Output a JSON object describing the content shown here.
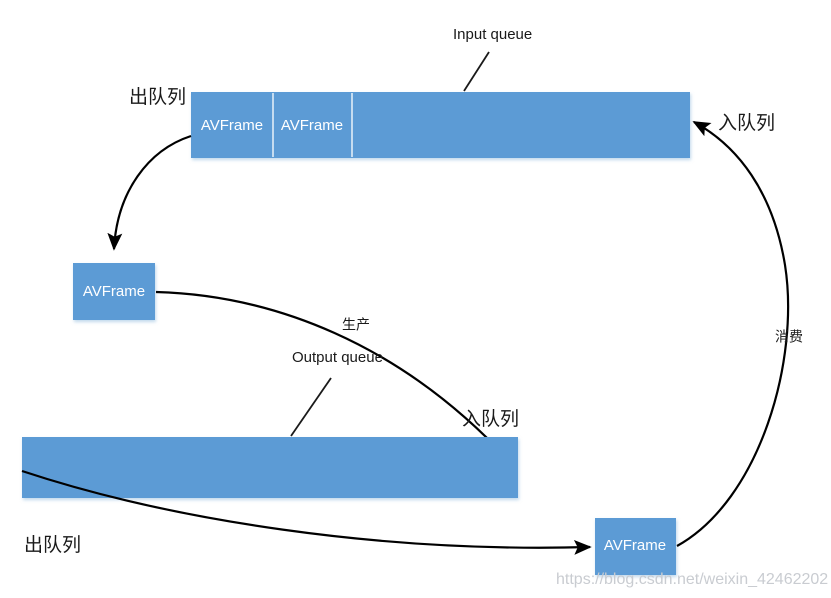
{
  "diagram": {
    "title_watermark": "https://blog.csdn.net/weixin_42462202",
    "colors": {
      "box_fill": "#5B9BD5",
      "box_divider": "#C5DCF0",
      "stroke": "#000000",
      "text_on_box": "#FFFFFF",
      "text": "#1A1A1A",
      "watermark": "#C9CCD1",
      "background": "#FFFFFF"
    },
    "input_queue": {
      "caption": "Input queue",
      "slots": [
        {
          "label": "AVFrame"
        },
        {
          "label": "AVFrame"
        },
        {
          "label": ""
        }
      ],
      "dequeue_label": "出队列",
      "enqueue_label": "入队列"
    },
    "output_queue": {
      "caption": "Output queue",
      "slots": [
        {
          "label": ""
        }
      ],
      "dequeue_label": "出队列",
      "enqueue_label": "入队列"
    },
    "nodes": [
      {
        "id": "frame-dequeued",
        "label": "AVFrame"
      },
      {
        "id": "frame-consumed",
        "label": "AVFrame"
      }
    ],
    "edges": [
      {
        "id": "input-dequeue",
        "label": "出队列"
      },
      {
        "id": "produce",
        "label": "生产"
      },
      {
        "id": "output-enqueue",
        "label": "入队列"
      },
      {
        "id": "output-dequeue",
        "label": "出队列"
      },
      {
        "id": "consume",
        "label": "消费"
      },
      {
        "id": "input-enqueue",
        "label": "入队列"
      }
    ]
  }
}
